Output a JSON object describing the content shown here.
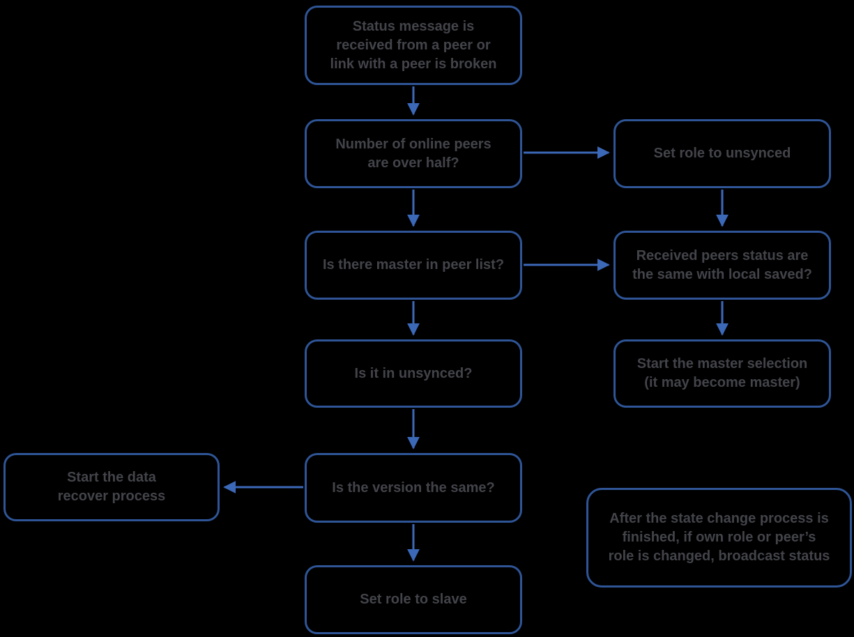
{
  "colors": {
    "background": "#000000",
    "border": "#2f5597",
    "arrow": "#3c68b8",
    "text": "#43444a"
  },
  "nodes": [
    {
      "id": "status-message-received",
      "text": "Status message is\nreceived from a peer or\nlink with a peer is broken"
    },
    {
      "id": "online-peers-over-half",
      "text": "Number of online peers\nare over half?"
    },
    {
      "id": "set-role-unsynced",
      "text": "Set role to unsynced"
    },
    {
      "id": "master-in-peer-list",
      "text": "Is there master in peer list?"
    },
    {
      "id": "peers-status-same-as-local",
      "text": "Received peers status are\nthe same with local saved?"
    },
    {
      "id": "is-it-in-unsynced",
      "text": "Is it in unsynced?"
    },
    {
      "id": "start-master-selection",
      "text": "Start the master selection\n(it may become master)"
    },
    {
      "id": "start-data-recover",
      "text": "Start the data\nrecover process"
    },
    {
      "id": "is-version-same",
      "text": "Is the version the same?"
    },
    {
      "id": "broadcast-status-note",
      "text": "After the state change process is\nfinished, if own role or peer’s\nrole is changed, broadcast status"
    },
    {
      "id": "set-role-slave",
      "text": "Set role to slave"
    }
  ],
  "edges": [
    {
      "from": "status-message-received",
      "to": "online-peers-over-half",
      "direction": "down"
    },
    {
      "from": "online-peers-over-half",
      "to": "set-role-unsynced",
      "direction": "right"
    },
    {
      "from": "online-peers-over-half",
      "to": "master-in-peer-list",
      "direction": "down"
    },
    {
      "from": "set-role-unsynced",
      "to": "peers-status-same-as-local",
      "direction": "down"
    },
    {
      "from": "master-in-peer-list",
      "to": "peers-status-same-as-local",
      "direction": "right"
    },
    {
      "from": "master-in-peer-list",
      "to": "is-it-in-unsynced",
      "direction": "down"
    },
    {
      "from": "peers-status-same-as-local",
      "to": "start-master-selection",
      "direction": "down"
    },
    {
      "from": "is-it-in-unsynced",
      "to": "is-version-same",
      "direction": "down"
    },
    {
      "from": "is-version-same",
      "to": "start-data-recover",
      "direction": "left"
    },
    {
      "from": "is-version-same",
      "to": "set-role-slave",
      "direction": "down"
    }
  ]
}
